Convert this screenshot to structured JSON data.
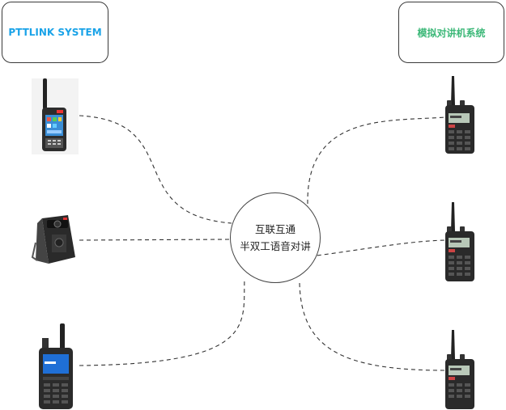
{
  "left_system": {
    "title": "PTTLINK SYSTEM"
  },
  "right_system": {
    "title": "模拟对讲机系统"
  },
  "hub": {
    "line1": "互联互通",
    "line2": "半双工语音对讲"
  },
  "colors": {
    "left_title": "#1aa3e8",
    "right_title": "#3cb878",
    "lines": "#333333",
    "device_body": "#2b2b2b",
    "screen_blue": "#1f6fd6"
  },
  "left_devices": [
    {
      "icon": "android-ptt-radio-icon"
    },
    {
      "icon": "body-camera-icon"
    },
    {
      "icon": "keypad-ptt-radio-icon"
    }
  ],
  "right_devices": [
    {
      "icon": "analog-walkie-talkie-icon"
    },
    {
      "icon": "analog-walkie-talkie-icon"
    },
    {
      "icon": "analog-walkie-talkie-icon"
    }
  ]
}
